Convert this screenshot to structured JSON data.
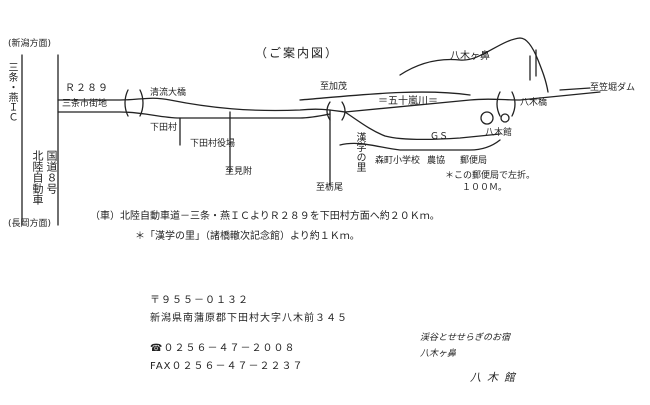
{
  "map": {
    "title": "（ご案内図）",
    "labels": {
      "niigata": "(新潟方面)",
      "nagaoka": "(長岡方面)",
      "ic_left": "三条・燕ＩＣ",
      "expressway": "北陸自動車",
      "route8": "国道８号",
      "r289": "Ｒ２８９",
      "sanjo_city": "三条市街地",
      "seiryu_bridge": "清流大橋",
      "shimotamura": "下田村",
      "village_office": "下田村役場",
      "to_mitsuke": "至見附",
      "to_kamo": "至加茂",
      "to_tochio": "至栃尾",
      "kangaku": "漢学の里",
      "igarashi_river": "＝五十嵐川＝",
      "yagigahana": "八木ヶ鼻",
      "yagi_bridge": "八木橋",
      "to_kasabori": "至笠堀ダム",
      "gs": "ＧＳ",
      "morimachi_school": "森町小学校",
      "noukyou": "農協",
      "post_office": "郵便局",
      "yagikan": "八木館",
      "left_turn_note_1": "＊この郵便局で左折。",
      "left_turn_note_2": "１００Ｍ。"
    }
  },
  "directions": {
    "car": "（車）北陸自動車道－三条・燕ＩＣよりＲ２８９を下田村方面へ約２０Ｋｍ。",
    "kangaku": "＊「漢学の里」（諸橋轍次記念館）より約１Ｋｍ。"
  },
  "address": {
    "postal": "〒９５５－０１３２",
    "line": "新潟県南蒲原郡下田村大字八木前３４５",
    "tel": "☎０２５６－４７－２００８",
    "fax": "FAX０２５６－４７－２２３７"
  },
  "signature": {
    "tagline": "渓谷とせせらぎのお宿",
    "place": "八木ヶ鼻",
    "name": "八木館"
  }
}
